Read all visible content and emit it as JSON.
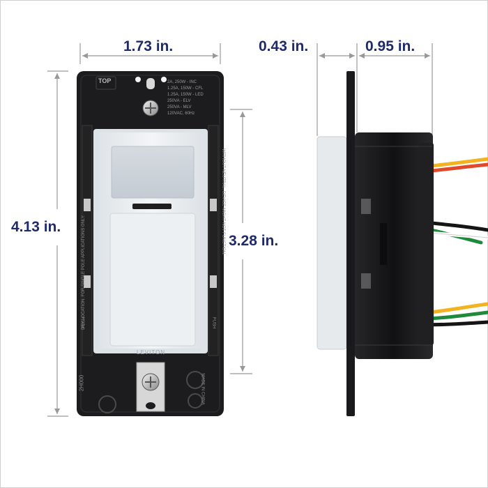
{
  "dimensions": {
    "front_width": "1.73 in.",
    "front_height": "4.13 in.",
    "switch_height": "3.28 in.",
    "side_plate_depth": "0.43 in.",
    "side_body_depth": "0.95 in."
  },
  "device_labels": {
    "top_mark": "TOP",
    "ratings": [
      "2A, 250W - INC",
      "1.25A, 150W - CFL",
      "1.25A, 150W - LED",
      "250VA - ELV",
      "250VA - MLV",
      "120VAC, 60Hz"
    ],
    "brand": "LEVITON",
    "model": "2H000",
    "left_notice": "DRY LOCATION. FOR SINGLE POLE APPLICATIONS ONLY.",
    "right_notice": "WITHOUT NEUTRAL, DEVICE MIGHT NOT FUNCTION.",
    "made_in": "MADE IN CHINA",
    "push_left": "PUSH",
    "push_right": "PUSH"
  },
  "colors": {
    "dimension_text": "#1f2a6b",
    "strap": "#1c1c1e",
    "switch_face": "#e9edf0",
    "wire_yellow": "#f2b320",
    "wire_red": "#e04a2a",
    "wire_black": "#151515",
    "wire_green": "#1e8a3c"
  }
}
